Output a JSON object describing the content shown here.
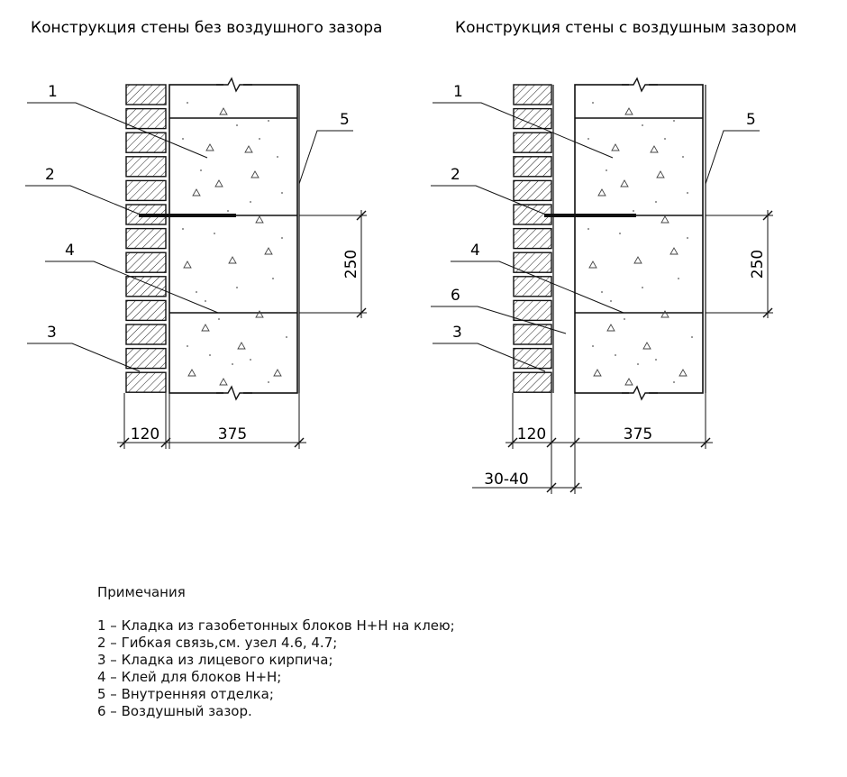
{
  "titles": {
    "left": "Конструкция стены без воздушного зазора",
    "right": "Конструкция стены с воздушным  зазором"
  },
  "labels": {
    "n1": "1",
    "n2": "2",
    "n3": "3",
    "n4": "4",
    "n5": "5",
    "n6": "6"
  },
  "dimensions": {
    "brick": "120",
    "block": "375",
    "height": "250",
    "gap": "30-40"
  },
  "notes": {
    "title": "Примечания",
    "items": [
      "1 – Кладка из газобетонных блоков Н+Н на клею;",
      "2 – Гибкая связь,см. узел 4.6, 4.7;",
      "3 – Кладка из лицевого кирпича;",
      "4 – Клей для блоков Н+Н;",
      "5 – Внутренняя отделка;",
      "6 – Воздушный зазор."
    ]
  }
}
